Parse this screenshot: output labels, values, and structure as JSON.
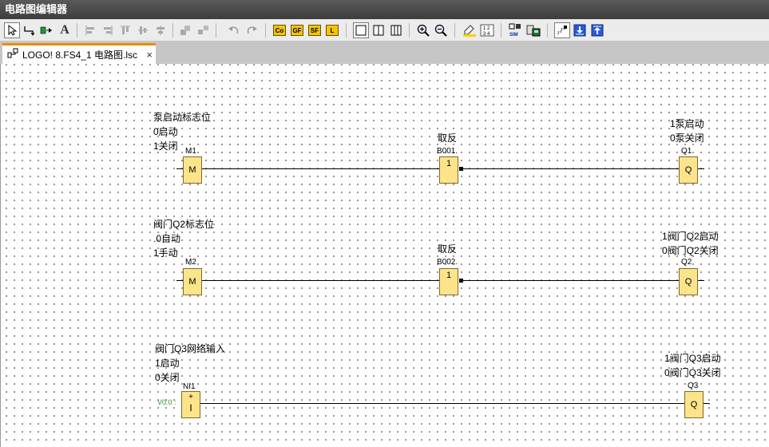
{
  "window": {
    "title": "电路图编辑器"
  },
  "toolbar": {
    "buttons": [
      {
        "icon": "select-arrow-icon"
      },
      {
        "icon": "connect-icon"
      },
      {
        "icon": "constant-icon"
      },
      {
        "icon": "text-icon",
        "label": "A"
      },
      {
        "icon": "align-left-icon"
      },
      {
        "icon": "align-right-icon"
      },
      {
        "icon": "align-top-icon"
      },
      {
        "icon": "align-vcenter-icon"
      },
      {
        "icon": "align-hcenter-icon"
      },
      {
        "icon": "group-icon"
      },
      {
        "icon": "ungroup-icon"
      },
      {
        "icon": "undo-icon"
      },
      {
        "icon": "redo-icon"
      },
      {
        "icon": "co-block-icon",
        "label": "Co"
      },
      {
        "icon": "gf-block-icon",
        "label": "GF"
      },
      {
        "icon": "sf-block-icon",
        "label": "SF"
      },
      {
        "icon": "l-block-icon",
        "label": "L"
      },
      {
        "icon": "single-view-icon"
      },
      {
        "icon": "split-view-icon"
      },
      {
        "icon": "triple-view-icon"
      },
      {
        "icon": "zoom-in-icon"
      },
      {
        "icon": "zoom-out-icon"
      },
      {
        "icon": "highlight-icon"
      },
      {
        "icon": "numbering-icon"
      },
      {
        "icon": "simulation-icon",
        "label": "SIM"
      },
      {
        "icon": "online-test-icon"
      },
      {
        "icon": "layout-icon"
      },
      {
        "icon": "download-icon"
      },
      {
        "icon": "upload-icon"
      }
    ]
  },
  "tab": {
    "label": "LOGO! 8.FS4_1 电路图.lsc",
    "close": "×"
  },
  "diagram": {
    "rows": [
      {
        "input_comment": [
          "泵启动标志位",
          "0启动",
          "1关闭"
        ],
        "input_block": {
          "id": "M1",
          "symbol": "M"
        },
        "logic_comment": "取反",
        "logic_block": {
          "id": "B001.",
          "symbol": "1"
        },
        "output_comment": [
          "1泵启动",
          "0泵关闭"
        ],
        "output_block": {
          "id": "Q1",
          "symbol": "Q"
        }
      },
      {
        "input_comment": [
          "阀门Q2标志位",
          ".0自动",
          "1手动"
        ],
        "input_block": {
          "id": "M2",
          "symbol": "M"
        },
        "logic_comment": "取反",
        "logic_block": {
          "id": "B002.",
          "symbol": "1"
        },
        "output_comment": [
          "1阀门Q2启动",
          "0阀门Q2关闭"
        ],
        "output_block": {
          "id": "Q2",
          "symbol": "Q"
        }
      },
      {
        "input_comment": [
          "阀门Q3网络输入",
          "1启动",
          "0关闭"
        ],
        "input_block": {
          "id": "NI1",
          "symbol": "I",
          "address": "V0.0 :"
        },
        "output_comment": [
          "1阀门Q3启动",
          "0阀门Q3关闭"
        ],
        "output_block": {
          "id": "Q3",
          "symbol": "Q"
        }
      }
    ]
  }
}
